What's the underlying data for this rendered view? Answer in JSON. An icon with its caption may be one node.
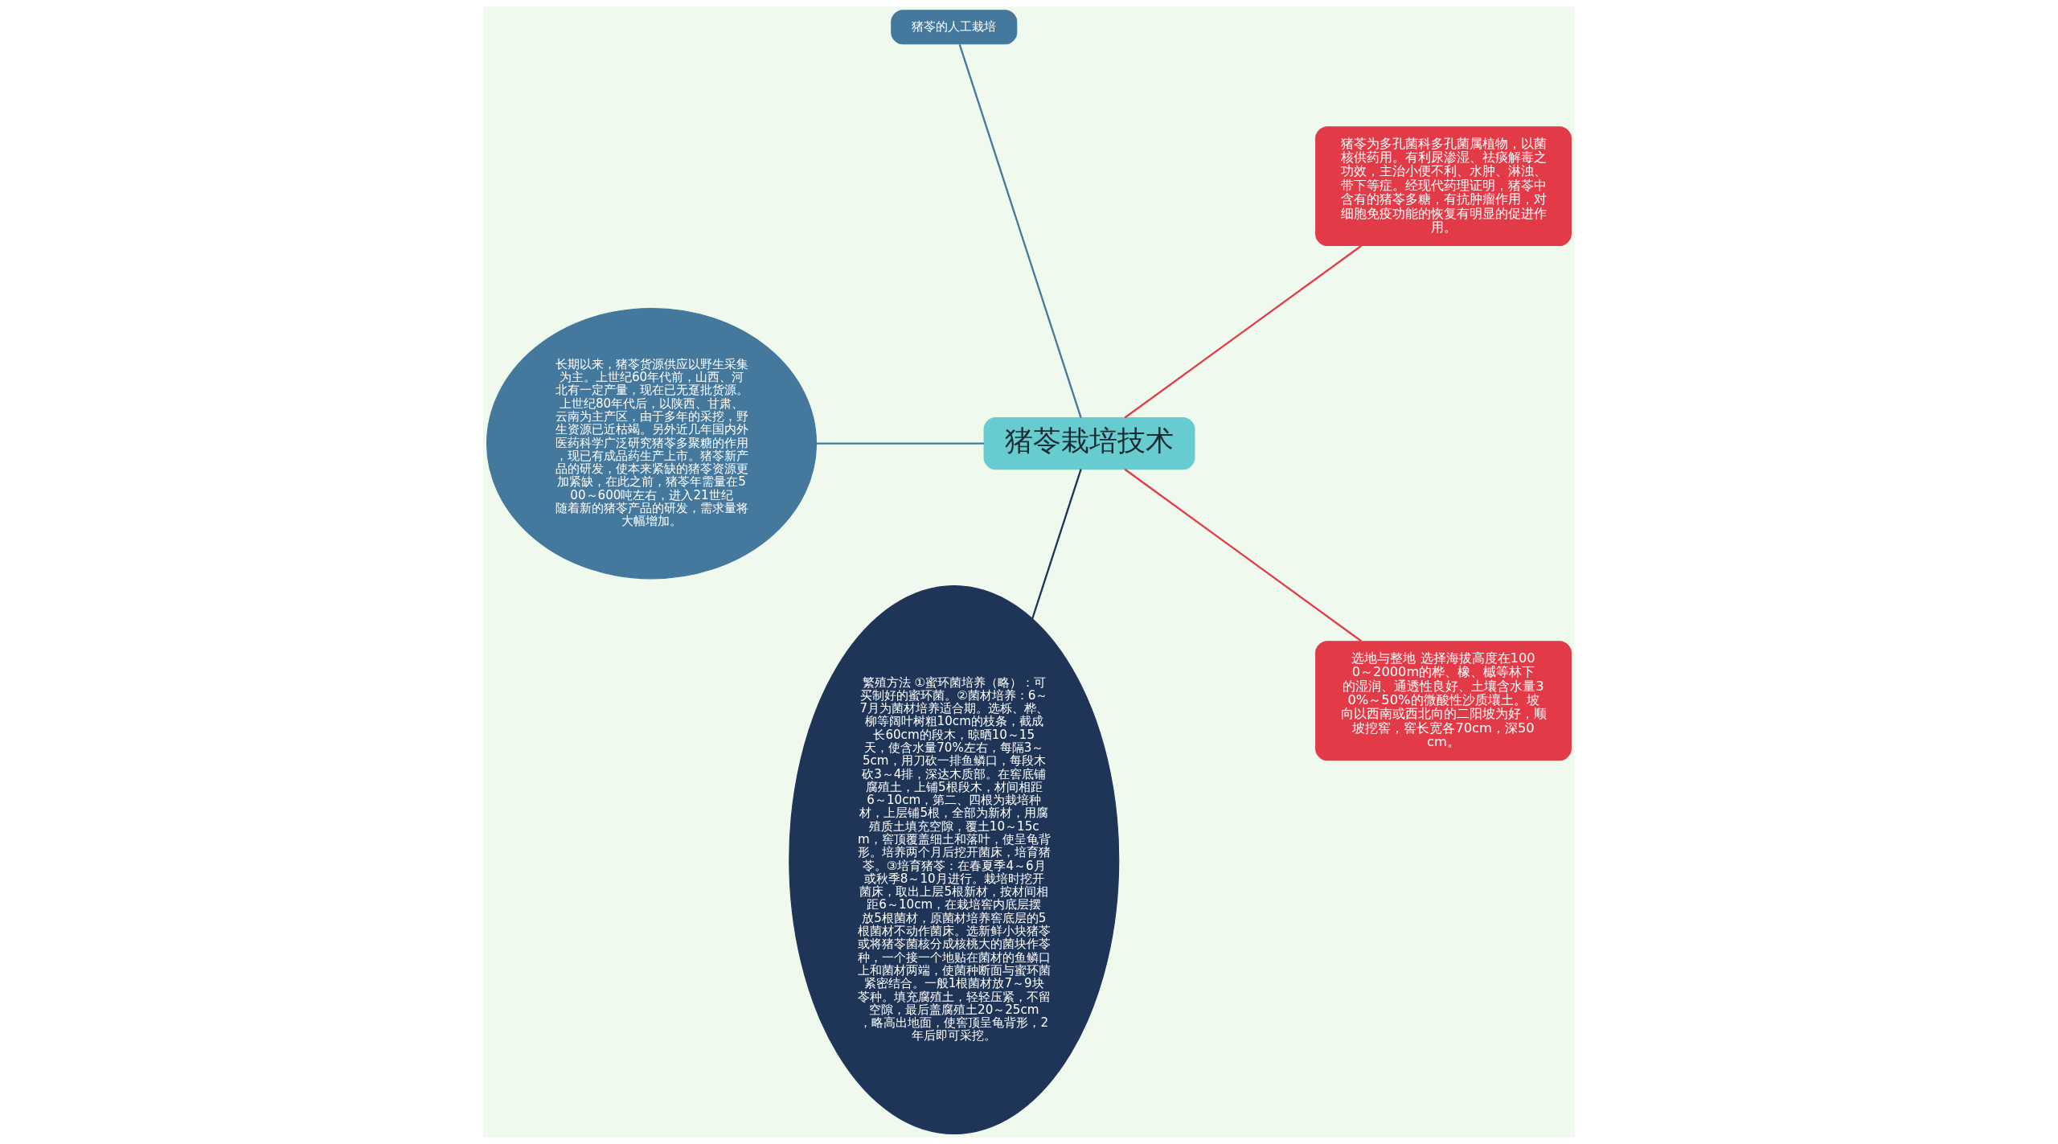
{
  "diagram": {
    "nodes": [
      {
        "text": [
          "猪苓栽培技术"
        ]
      },
      {
        "text": [
          "猪苓为多孔菌科多孔菌属植物，以菌核供药用。有利尿渗湿、祛痰解毒之功效，主治小便不利、水肿、淋浊、带下等症。经现代药理证明，猪苓中含有的猪苓多糖，有抗肿瘤作用，对细胞免疫功能的恢复有明显的促进作用。"
        ]
      },
      {
        "text": [
          "猪苓的人工栽培"
        ]
      },
      {
        "text": [
          "长期以来，猪苓货源供应以野生采集为主。上世纪60年代前，山西、河北有一定产量，现在已无趸批货源。上世纪80年代后，以陕西、甘肃、云南为主产区，由于多年的采挖，野生资源已近枯竭。另外近几年国内外医药科学广泛研究猪苓多聚糖的作用，现已有成品药生产上市。猪苓新产品的研发，使本来紧缺的猪苓资源更加紧缺，在此之前，猪苓年需量在500～600吨左右，进入21世纪随着新的猪苓产品的研发，需求量将大幅增加。"
        ]
      },
      {
        "text": [
          "繁殖方法 ①蜜环菌培养（略）：可买制好的蜜环菌。②菌材培养：6～7月为菌材培养适合期。选栎、桦、柳等阔叶树粗10cm的枝条，截成长60cm的段木，晾晒10～15天，使含水量70%左右，每隔3～5cm，用刀砍一排鱼鳞口，每段木砍3～4排，深达木质部。在窖底铺腐殖土，上铺5根段木，材间相距 6～10cm，第二、四根为栽培种材，上层铺5根，全部为新材，用腐殖质土填充空隙，覆土10～15cm，窖顶覆盖细土和落叶，使呈龟背形。培养两个月后挖开菌床，培育猪苓。③培育猪苓：在春夏季4～6月或秋季8～10月进行。栽培时挖开菌床，取出上层5根新材，按材间相距6～10cm，在栽培窖内底层摆放5根菌材，原菌材培养窖底层的5根菌材不动作菌床。选新鲜小块猪苓或将猪苓菌核分成核桃大的菌块作苓种，一个接一个地贴在菌材的鱼鳞口上和菌材两端，使菌种断面与蜜环菌紧密结合。一般1根菌材放7～9块苓种。填充腐殖土，轻轻压紧，不留空隙，最后盖腐殖土20～25cm，略高出地面，使窖顶呈龟背形，2年后即可采挖。"
        ]
      },
      {
        "text": [
          "选地与整地 选择海拔高度在1000～2000m的桦、橡、槭等林下的湿润、通透性良好、土壤含水量30%～50%的微酸性沙质壤土。坡向以西南或西北向的二阳坡为好，顺坡挖窖，窖长宽各70cm，深50cm。"
        ]
      }
    ],
    "edges": [
      {
        "from": 0,
        "to": 1,
        "arrow": "none",
        "color": "#e23a46"
      },
      {
        "from": 0,
        "to": 2,
        "arrow": "none",
        "color": "#44789c"
      },
      {
        "from": 0,
        "to": 3,
        "arrow": "none",
        "color": "#44789c"
      },
      {
        "from": 0,
        "to": 4,
        "arrow": "none",
        "color": "#1f3558"
      },
      {
        "from": 0,
        "to": 5,
        "arrow": "none",
        "color": "#e23a46"
      }
    ]
  }
}
